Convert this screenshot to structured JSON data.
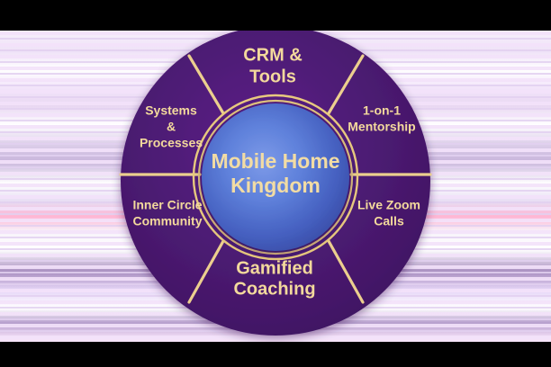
{
  "diagram": {
    "type": "hub-and-spoke-wheel",
    "center": {
      "label_line1": "Mobile Home",
      "label_line2": "Kingdom",
      "fill_center_color": "#6a8ce0",
      "fill_edge_color": "#39499f",
      "ring_color": "#e8c97e",
      "text_color": "#f2dca4"
    },
    "ring": {
      "fill_color": "#4a1a70",
      "divider_color": "#eccf8e",
      "text_color": "#f3d99c"
    },
    "segments": [
      {
        "id": "crm-tools",
        "position": "top",
        "lines": [
          "CRM &",
          "Tools"
        ],
        "size": "big"
      },
      {
        "id": "one-on-one-mentorship",
        "position": "upper-right",
        "lines": [
          "1-on-1",
          "Mentorship"
        ],
        "size": "small"
      },
      {
        "id": "live-zoom-calls",
        "position": "lower-right",
        "lines": [
          "Live Zoom",
          "Calls"
        ],
        "size": "small"
      },
      {
        "id": "gamified-coaching",
        "position": "bottom",
        "lines": [
          "Gamified",
          "Coaching"
        ],
        "size": "big"
      },
      {
        "id": "inner-circle-community",
        "position": "lower-left",
        "lines": [
          "Inner Circle",
          "Community"
        ],
        "size": "small"
      },
      {
        "id": "systems-processes",
        "position": "upper-left",
        "lines": [
          "Systems",
          "&",
          "Processes"
        ],
        "size": "small"
      }
    ]
  }
}
